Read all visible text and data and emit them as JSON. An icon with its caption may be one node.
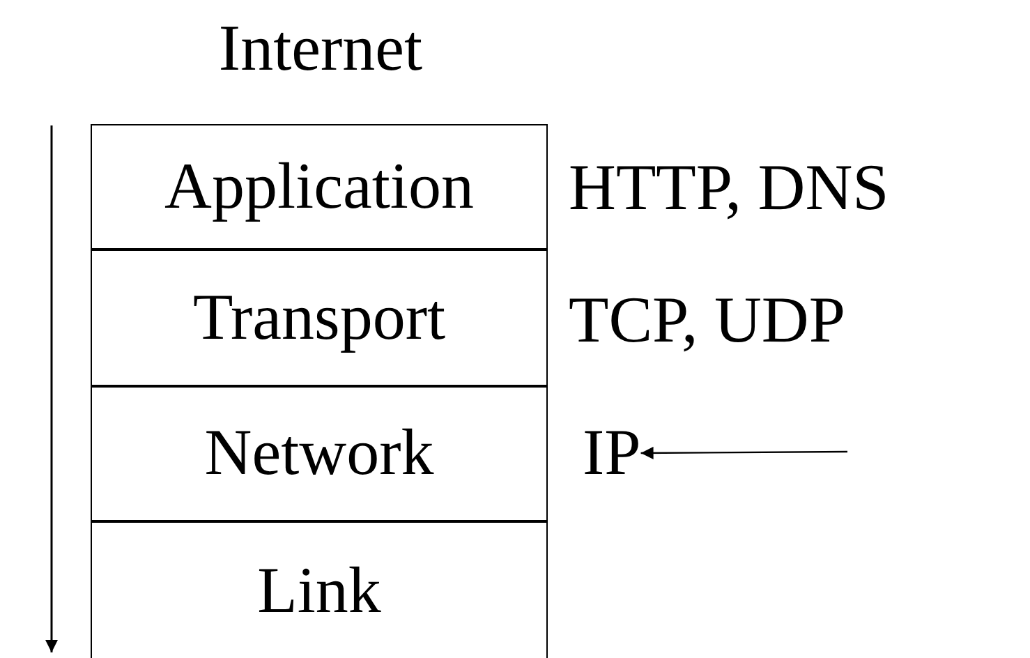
{
  "diagram": {
    "title": "Internet",
    "nodes": [
      {
        "text": [
          "Application"
        ],
        "beside": [
          "HTTP, DNS"
        ]
      },
      {
        "text": [
          "Transport"
        ],
        "beside": [
          "TCP, UDP"
        ]
      },
      {
        "text": [
          "Network"
        ]
      },
      {
        "text": [
          "Link"
        ]
      },
      {
        "text": [
          "IP"
        ]
      }
    ],
    "edges": [
      {
        "from": null,
        "to": 4,
        "arrow": "to"
      }
    ]
  }
}
